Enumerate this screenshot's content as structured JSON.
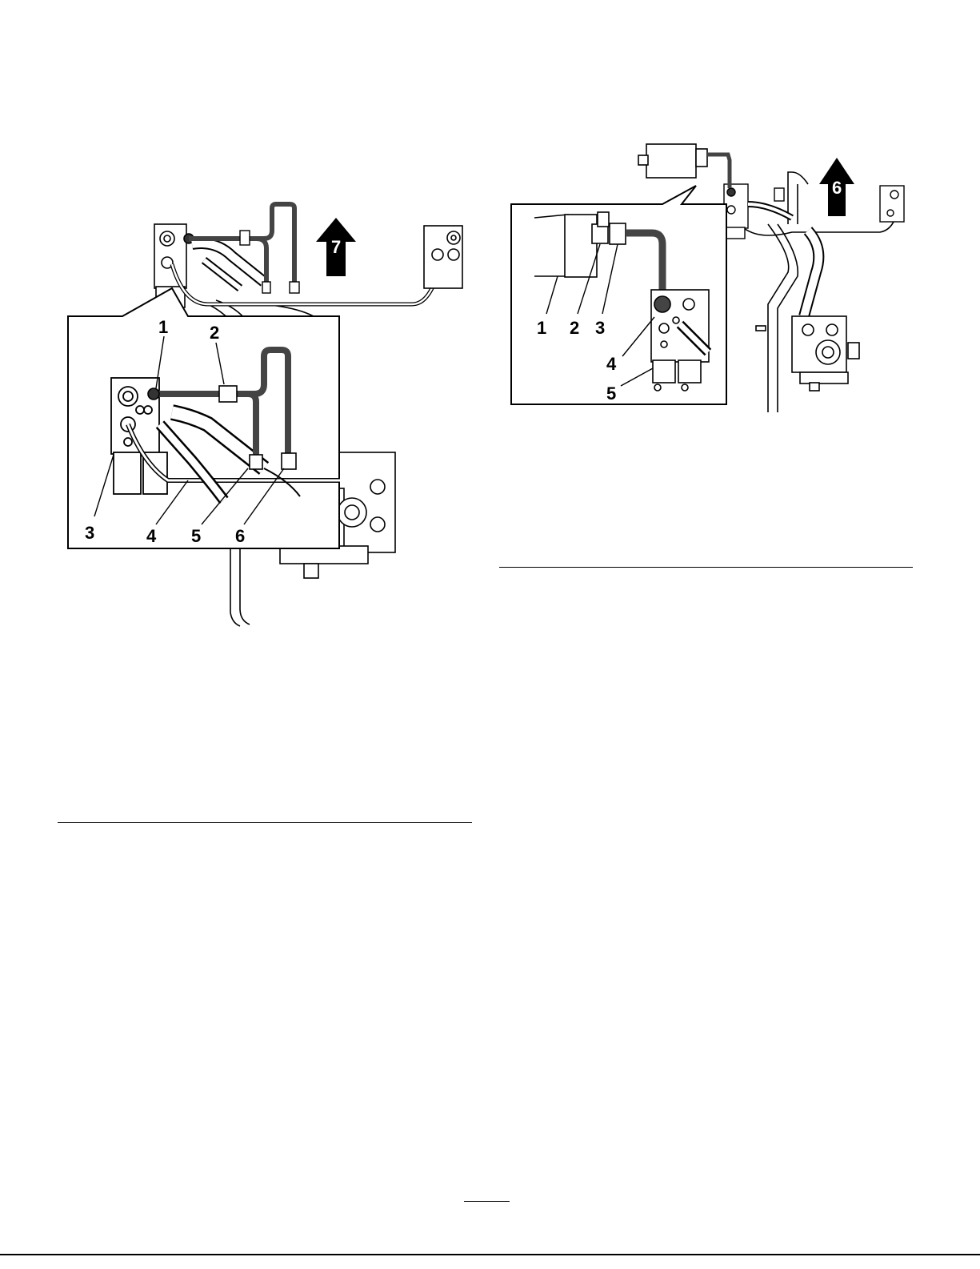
{
  "figure_left": {
    "callouts": [
      "1",
      "2",
      "3",
      "4",
      "5",
      "6"
    ],
    "direction_arrow_label": "7"
  },
  "figure_right": {
    "callouts": [
      "1",
      "2",
      "3",
      "4",
      "5"
    ],
    "direction_arrow_label": "6"
  },
  "icons": [
    "forward-arrow-icon"
  ],
  "colors": {
    "ink": "#000000",
    "tube_dark": "#444444",
    "paper": "#ffffff"
  }
}
